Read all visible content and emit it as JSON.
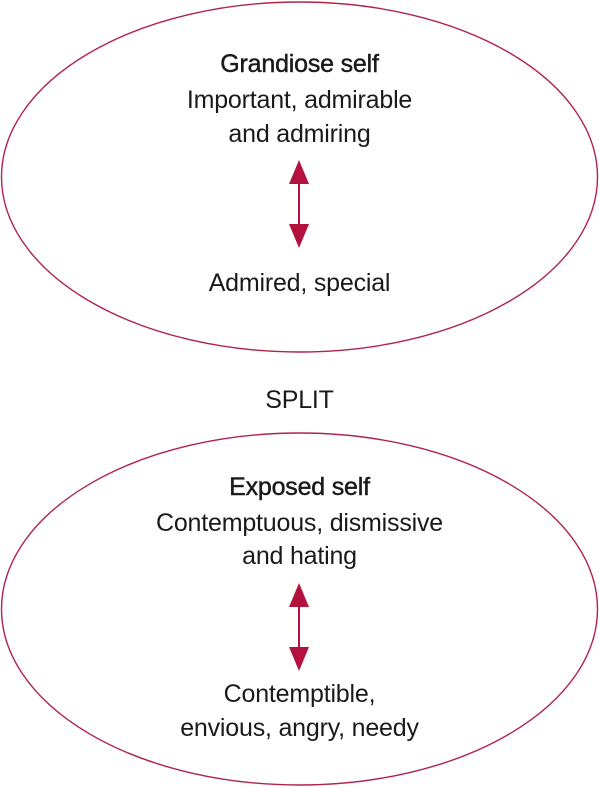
{
  "colors": {
    "outline": "#b0244a",
    "arrow": "#b3123f",
    "text": "#1a1a1a"
  },
  "top_state": {
    "title": "Grandiose self",
    "description_line1": "Important, admirable",
    "description_line2": "and admiring",
    "counterpart": "Admired, special",
    "connector": "double-headed-arrow"
  },
  "split_label": "SPLIT",
  "bottom_state": {
    "title": "Exposed self",
    "description_line1": "Contemptuous, dismissive",
    "description_line2": "and hating",
    "counterpart_line1": "Contemptible,",
    "counterpart_line2": "envious, angry, needy",
    "connector": "double-headed-arrow"
  }
}
